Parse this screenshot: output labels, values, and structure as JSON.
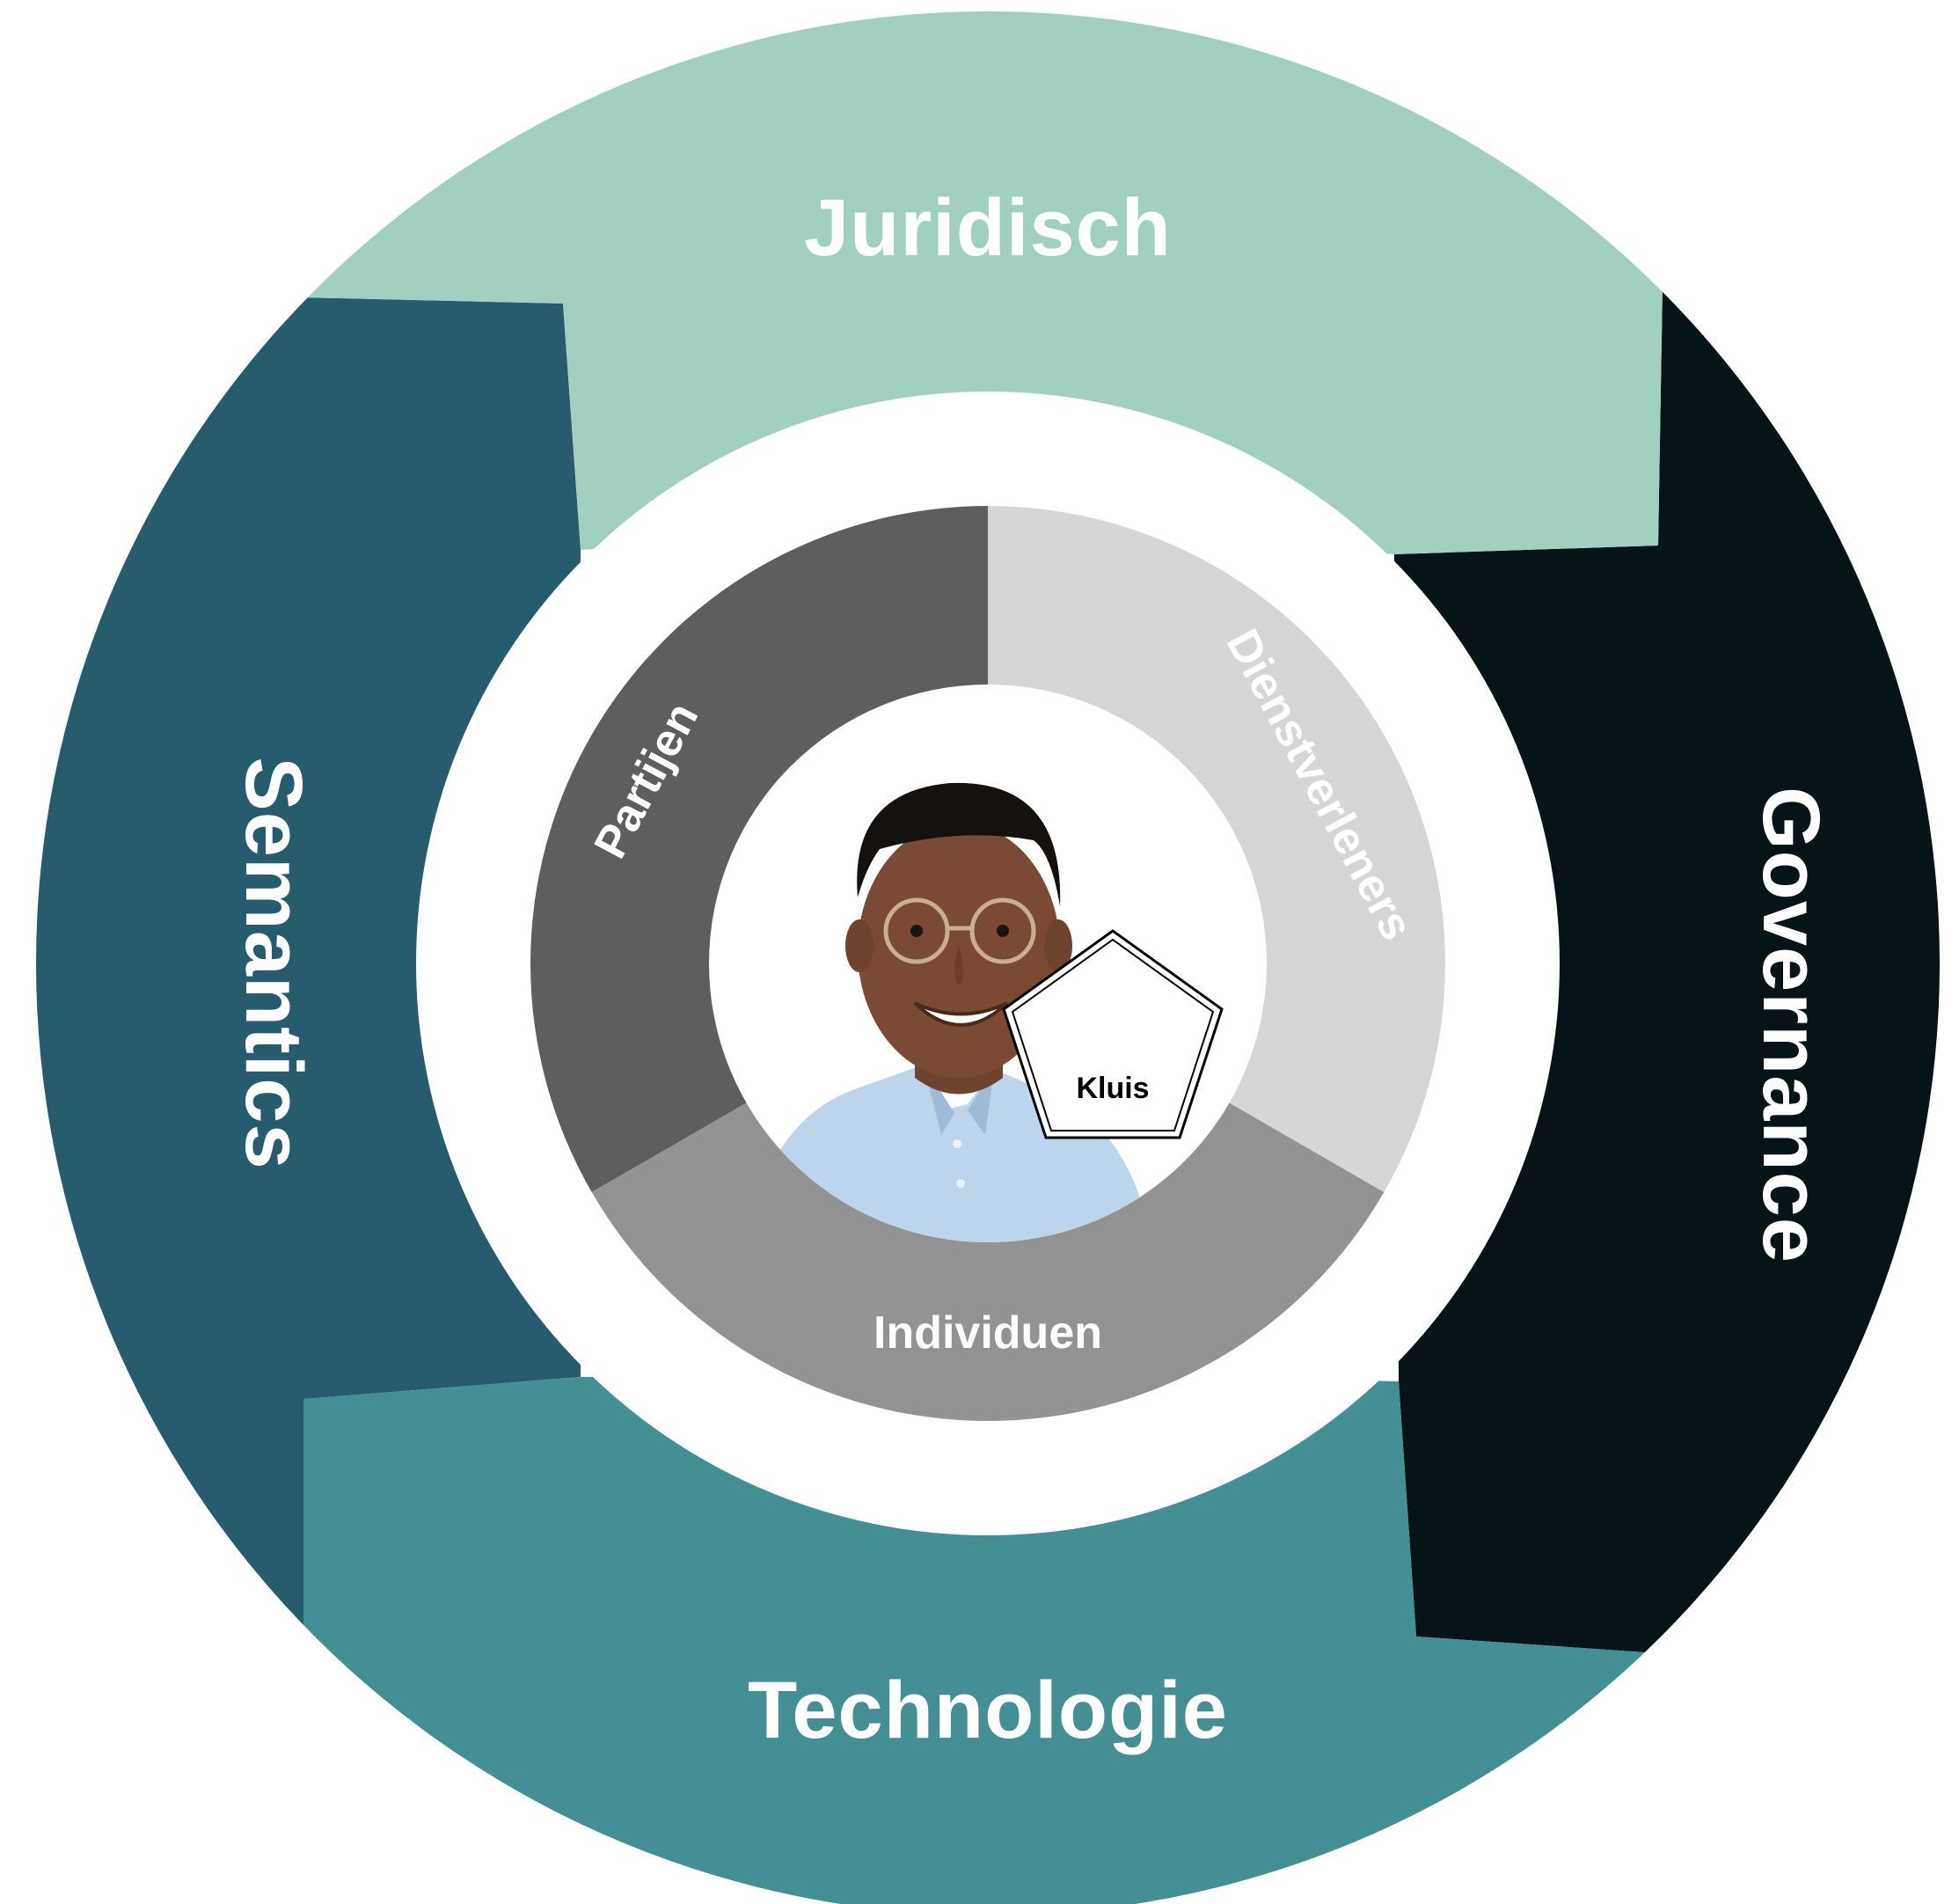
{
  "outer_segments": {
    "top": {
      "label": "Juridisch",
      "color": "#a1d0c0"
    },
    "right": {
      "label": "Governance",
      "color": "#061417"
    },
    "bottom": {
      "label": "Technologie",
      "color": "#438f93"
    },
    "left": {
      "label": "Semantics",
      "color": "#275c6f"
    }
  },
  "inner_segments": {
    "left": {
      "label": "Partijen",
      "color": "#5e5e5e"
    },
    "right": {
      "label": "Dienstverleners",
      "color": "#d6d6d6"
    },
    "bottom": {
      "label": "Individuen",
      "color": "#939393"
    }
  },
  "center": {
    "vault_label": "Kluis",
    "person_icon": "person-photo-icon"
  }
}
